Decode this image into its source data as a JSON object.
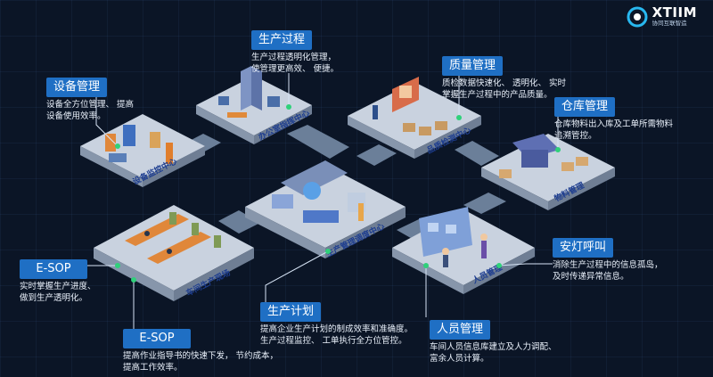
{
  "logo": {
    "brand": "XTIIM",
    "subtitle": "协同互联智造"
  },
  "zones": {
    "equipment": "设备监控中心",
    "office": "办公室指挥中心",
    "quality": "品质检测中心",
    "material": "物料管理",
    "dispatch": "生产管理调度中心",
    "workshop": "车间生产现场",
    "personnel": "人员管理"
  },
  "callouts": {
    "equipment": {
      "title": "设备管理",
      "desc": "设备全方位管理、  提高\n设备使用效率。"
    },
    "process": {
      "title": "生产过程",
      "desc": "生产过程透明化管理，\n使管理更高效、 便捷。"
    },
    "quality": {
      "title": "质量管理",
      "desc": "质检数据快速化、 透明化、 实时\n掌握生产过程中的产品质量。"
    },
    "warehouse": {
      "title": "仓库管理",
      "desc": "仓库物料出入库及工单所需物料\n追溯管控。"
    },
    "andon": {
      "title": "安灯呼叫",
      "desc": "消除生产过程中的信息孤岛，\n及时传递异常信息。"
    },
    "esop1": {
      "title": "E-SOP",
      "desc": "实时掌握生产进度、\n做到生产透明化。"
    },
    "esop2": {
      "title": "E-SOP",
      "desc": "提高作业指导书的快速下发， 节约成本，\n提高工作效率。"
    },
    "plan": {
      "title": "生产计划",
      "desc": "提高企业生产计划的制成效率和准确度。\n生产过程监控、 工单执行全方位管控。"
    },
    "personnel": {
      "title": "人员管理",
      "desc": "车间人员信息库建立及人力调配、\n富余人员计算。"
    }
  }
}
